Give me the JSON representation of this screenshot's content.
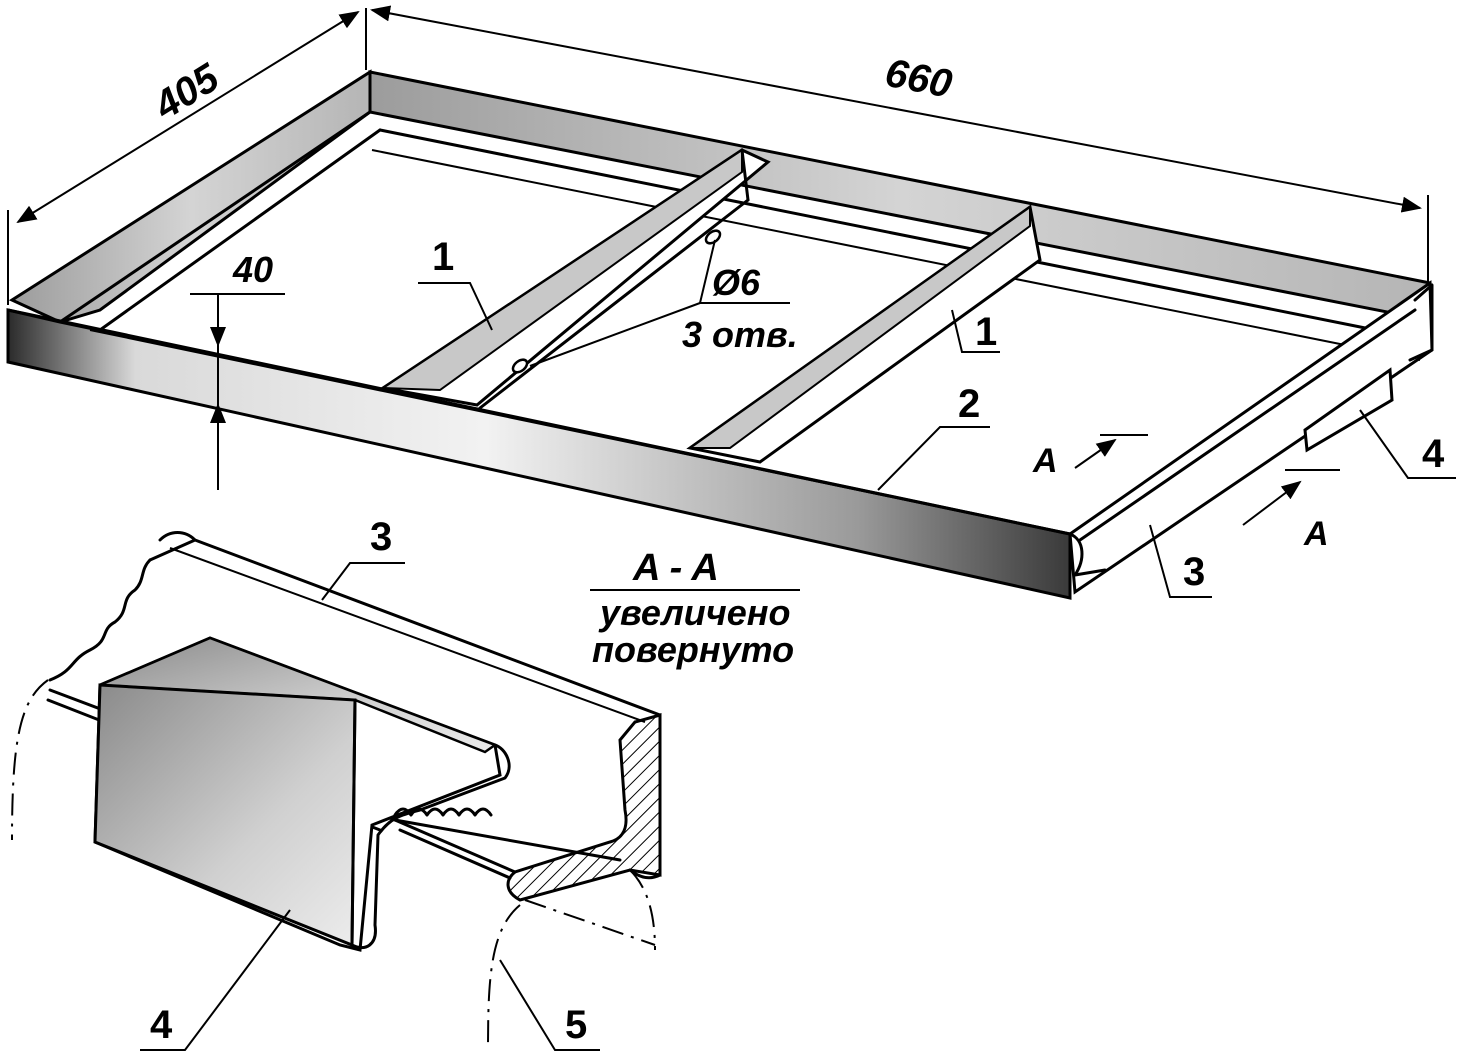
{
  "dimensions": {
    "width": "405",
    "length": "660",
    "height": "40",
    "hole_diameter": "Ø6",
    "hole_count": "3 отв."
  },
  "callouts": {
    "part1_left": "1",
    "part1_right": "1",
    "part2": "2",
    "part3_main": "3",
    "part3_detail": "3",
    "part4_main": "4",
    "part4_detail": "4",
    "part5": "5"
  },
  "section": {
    "marker_upper": "A",
    "marker_lower": "A",
    "title": "A - A",
    "note_line1": "увеличено",
    "note_line2": "повернуто"
  }
}
